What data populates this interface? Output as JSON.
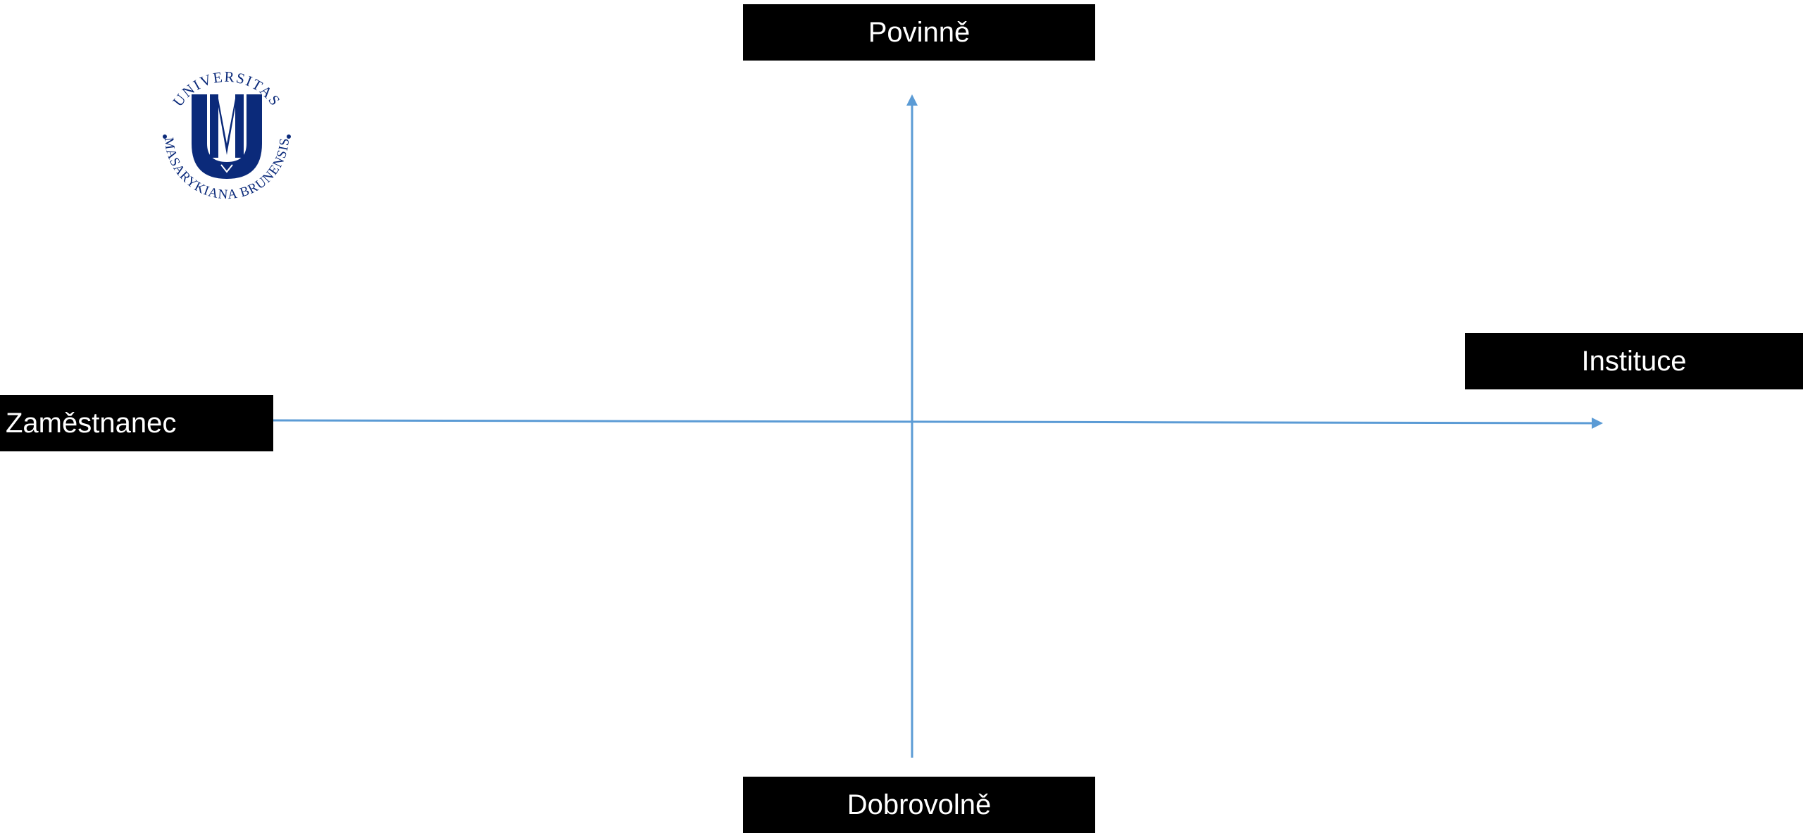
{
  "colors": {
    "axis": "#5b9bd5",
    "label_background": "#000000",
    "label_text": "#ffffff",
    "logo": "#0b2a7a"
  },
  "logo": {
    "icon": "masaryk-university-seal",
    "text_top": "UNIVERSITAS",
    "text_bottom": "MASARYKIANA BRUNENSIS",
    "monogram": "M"
  },
  "axes": {
    "top_label": "Povinně",
    "bottom_label": "Dobrovolně",
    "left_label": "Zaměstnanec",
    "right_label": "Instituce"
  }
}
